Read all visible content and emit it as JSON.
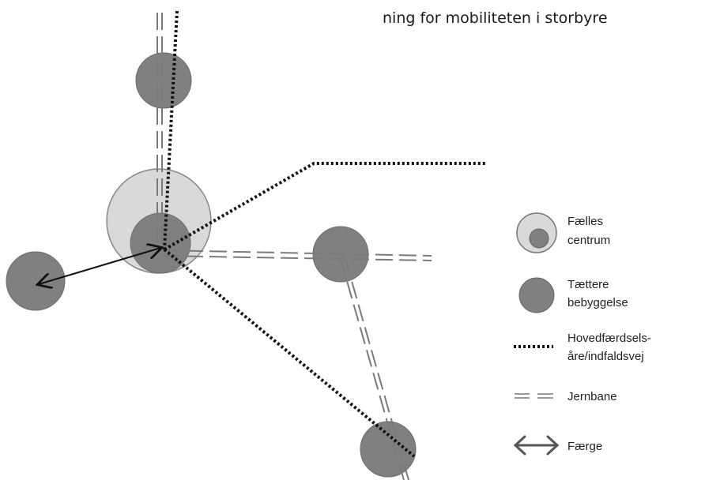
{
  "caption": "ning for mobiliteten i storbyre",
  "colors": {
    "dense_area": "#808080",
    "common_center": "#d9d9d9",
    "lines": "#111111",
    "rail": "#777777"
  },
  "legend": {
    "common_center": [
      "Fælles",
      "centrum"
    ],
    "dense_area": [
      "Tættere",
      "bebyggelse"
    ],
    "main_road": [
      "Hovedfærdsels-",
      "åre/indfaldsvej"
    ],
    "railway": [
      "Jernbane"
    ],
    "ferry": [
      "Færge"
    ]
  }
}
